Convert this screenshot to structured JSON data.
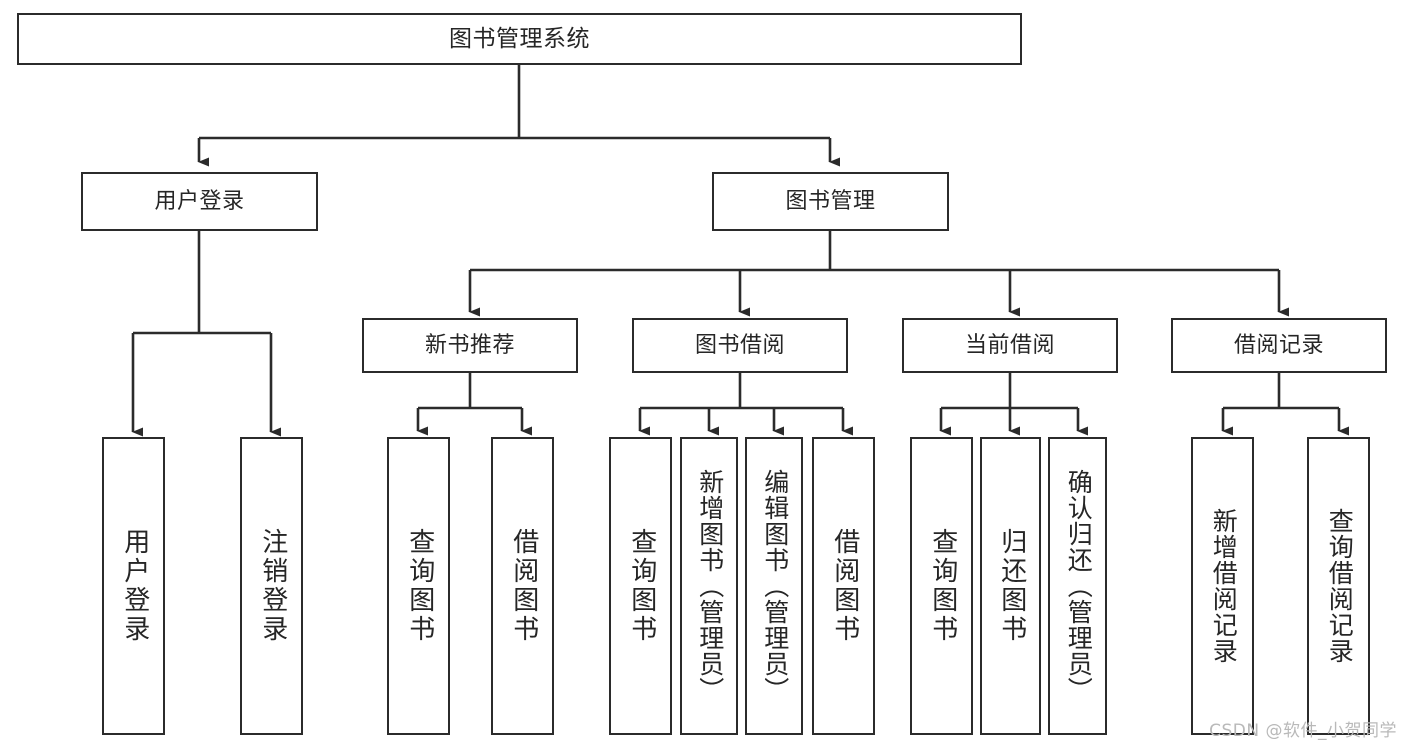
{
  "diagram": {
    "title": "图书管理系统",
    "watermark": "CSDN @软件_小贺同学",
    "colors": {
      "box_border": "#2b2b2b",
      "box_fill": "#ffffff",
      "connector": "#2b2b2b",
      "text": "#262626",
      "watermark": "#b9b9b9",
      "background": "#ffffff"
    },
    "nodes": {
      "root": "图书管理系统",
      "level1": [
        "用户登录",
        "图书管理"
      ],
      "level2": [
        "新书推荐",
        "图书借阅",
        "当前借阅",
        "借阅记录"
      ],
      "leaves": {
        "user_login": [
          "用户登录",
          "注销登录"
        ],
        "new_book_recommend": [
          "查询图书",
          "借阅图书"
        ],
        "book_borrow": [
          "查询图书",
          "新增图书（管理员）",
          "编辑图书（管理员）",
          "借阅图书"
        ],
        "current_borrow": [
          "查询图书",
          "归还图书",
          "确认归还（管理员）"
        ],
        "borrow_record": [
          "新增借阅记录",
          "查询借阅记录"
        ]
      }
    },
    "edges": [
      {
        "from": "图书管理系统",
        "to": "用户登录"
      },
      {
        "from": "图书管理系统",
        "to": "图书管理"
      },
      {
        "from": "用户登录",
        "to": "用户登录"
      },
      {
        "from": "用户登录",
        "to": "注销登录"
      },
      {
        "from": "图书管理",
        "to": "新书推荐"
      },
      {
        "from": "图书管理",
        "to": "图书借阅"
      },
      {
        "from": "图书管理",
        "to": "当前借阅"
      },
      {
        "from": "图书管理",
        "to": "借阅记录"
      },
      {
        "from": "新书推荐",
        "to": "查询图书"
      },
      {
        "from": "新书推荐",
        "to": "借阅图书"
      },
      {
        "from": "图书借阅",
        "to": "查询图书"
      },
      {
        "from": "图书借阅",
        "to": "新增图书（管理员）"
      },
      {
        "from": "图书借阅",
        "to": "编辑图书（管理员）"
      },
      {
        "from": "图书借阅",
        "to": "借阅图书"
      },
      {
        "from": "当前借阅",
        "to": "查询图书"
      },
      {
        "from": "当前借阅",
        "to": "归还图书"
      },
      {
        "from": "当前借阅",
        "to": "确认归还（管理员）"
      },
      {
        "from": "借阅记录",
        "to": "新增借阅记录"
      },
      {
        "from": "借阅记录",
        "to": "查询借阅记录"
      }
    ]
  }
}
